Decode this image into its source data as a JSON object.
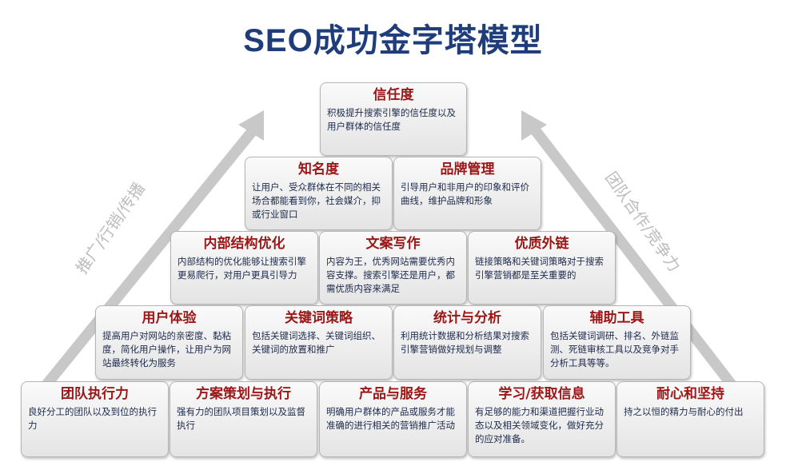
{
  "title": "SEO成功金字塔模型",
  "side_labels": {
    "left": "推广/行销/传播",
    "right": "团队合作/竞争力"
  },
  "tiers": {
    "tier1": [
      {
        "title": "信任度",
        "desc": "积极提升搜索引擎的信任度以及用户群体的信任度"
      }
    ],
    "tier2": [
      {
        "title": "知名度",
        "desc": "让用户、受众群体在不同的相关场合都能看到你，社会媒介，抑或行业窗口"
      },
      {
        "title": "品牌管理",
        "desc": "引导用户和非用户的印象和评价曲线，维护品牌和形象"
      }
    ],
    "tier3": [
      {
        "title": "内部结构优化",
        "desc": "内部结构的优化能够让搜索引擎更易爬行，对用户更具引导力"
      },
      {
        "title": "文案写作",
        "desc": "内容为王，优秀网站需要优秀内容支撑。搜索引擎还是用户，都需优质内容来满足"
      },
      {
        "title": "优质外链",
        "desc": "链接策略和关键词策略对于搜索引擎营销都是至关重要的"
      }
    ],
    "tier4": [
      {
        "title": "用户体验",
        "desc": "提高用户对网站的亲密度、黏粘度，简化用户操作，让用户为网站最终转化为服务"
      },
      {
        "title": "关键词策略",
        "desc": "包括关键词选择、关键词组织、关键词的放置和推广"
      },
      {
        "title": "统计与分析",
        "desc": "利用统计数据和分析结果对搜索引擎营销做好规划与调整"
      },
      {
        "title": "辅助工具",
        "desc": "包括关键词调研、排名、外链监测、死链审核工具以及竞争对手分析工具等等。"
      }
    ],
    "tier5": [
      {
        "title": "团队执行力",
        "desc": "良好分工的团队以及到位的执行力"
      },
      {
        "title": "方案策划与执行",
        "desc": "强有力的团队项目策划以及监督执行"
      },
      {
        "title": "产品与服务",
        "desc": "明确用户群体的产品或服务才能准确的进行相关的营销推广活动"
      },
      {
        "title": "学习/获取信息",
        "desc": "有足够的能力和渠道把握行业动态以及相关领域变化，做好充分的应对准备。"
      },
      {
        "title": "耐心和坚持",
        "desc": "持之以恒的精力与耐心的付出"
      }
    ]
  }
}
